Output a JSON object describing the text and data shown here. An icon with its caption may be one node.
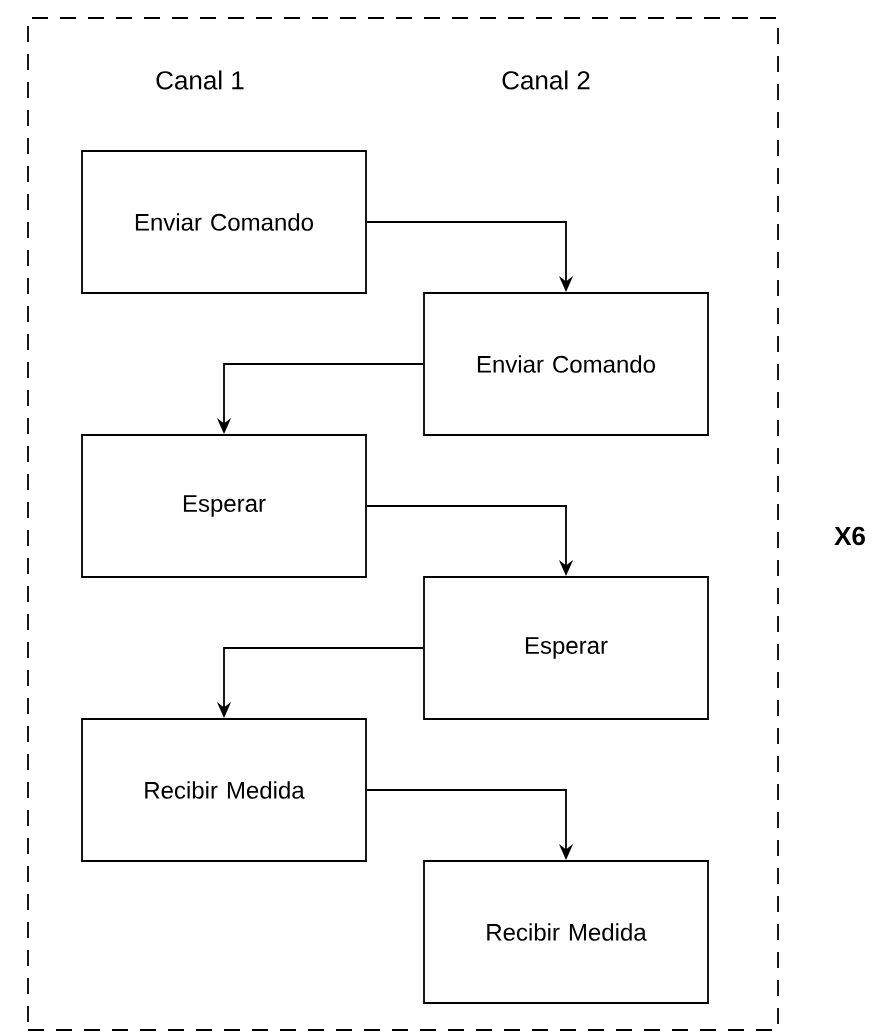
{
  "diagram": {
    "nodes": [
      {
        "text": [],
        "shape": "box"
      },
      {
        "text": [
          "Enviar Comando"
        ],
        "in": 0
      },
      {
        "text": [
          "Enviar Comando"
        ],
        "in": 0
      },
      {
        "text": [
          "Esperar"
        ],
        "in": 0
      },
      {
        "text": [
          "Esperar"
        ],
        "in": 0
      },
      {
        "text": [
          "Recibir Medida"
        ],
        "in": 0
      },
      {
        "text": [
          "Recibir Medida"
        ],
        "in": 0
      }
    ],
    "edges": [
      {
        "from": 1,
        "to": 2,
        "arrow": "to"
      },
      {
        "from": 2,
        "to": 3,
        "arrow": "to"
      },
      {
        "from": 3,
        "to": 4,
        "arrow": "to"
      },
      {
        "from": 4,
        "to": 5,
        "arrow": "to"
      },
      {
        "from": 5,
        "to": 6,
        "arrow": "to"
      }
    ],
    "labels": [
      "Canal 1",
      "Canal 2",
      "X6"
    ]
  }
}
